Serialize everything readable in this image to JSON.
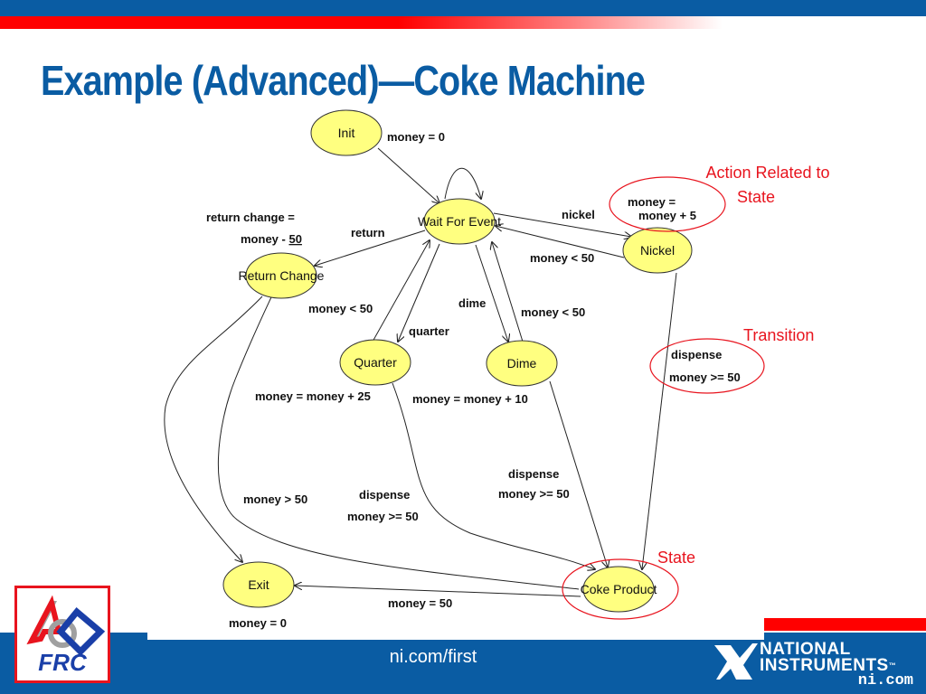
{
  "slide": {
    "title": "Example (Advanced)—Coke Machine",
    "footer_url": "ni.com/first"
  },
  "logos": {
    "left": {
      "name": "FRC",
      "text": "FRC",
      "colors": {
        "red": "#e8141e",
        "blue": "#1a3fa8",
        "gray": "#a0a0a0"
      }
    },
    "right": {
      "line1": "NATIONAL",
      "line2": "INSTRUMENTS",
      "trademark": "™",
      "web": "ni.com"
    }
  },
  "colors": {
    "brand_blue": "#0a5ca3",
    "accent_red": "#ff0000",
    "state_fill": "#ffff80",
    "annotation_red": "#e8141e"
  },
  "diagram": {
    "states": {
      "init": "Init",
      "wait": "Wait For Event",
      "return_change": "Return Change",
      "nickel": "Nickel",
      "quarter": "Quarter",
      "dime": "Dime",
      "exit": "Exit",
      "coke": "Coke Product"
    },
    "actions": {
      "init": "money = 0",
      "return_change_1": "return change =",
      "return_change_2_prefix": "money - ",
      "return_change_2_value": "50",
      "nickel_1": "money =",
      "nickel_2": "money + 5",
      "quarter": "money = money + 25",
      "dime": "money = money + 10",
      "exit": "money = 0",
      "coke_to_exit": "money = 50"
    },
    "transitions": {
      "return": "return",
      "nickel": "nickel",
      "nickel_back": "money < 50",
      "quarter_back": "money < 50",
      "quarter": "quarter",
      "dime": "dime",
      "dime_back": "money < 50",
      "nickel_dispense_1": "dispense",
      "nickel_dispense_2": "money >= 50",
      "dime_dispense_1": "dispense",
      "dime_dispense_2": "money >= 50",
      "quarter_dispense_1": "dispense",
      "quarter_dispense_2": "money >= 50",
      "coke_to_return": "money > 50"
    },
    "annotations": {
      "action_1": "Action Related to",
      "action_2": "State",
      "transition": "Transition",
      "state": "State"
    }
  }
}
